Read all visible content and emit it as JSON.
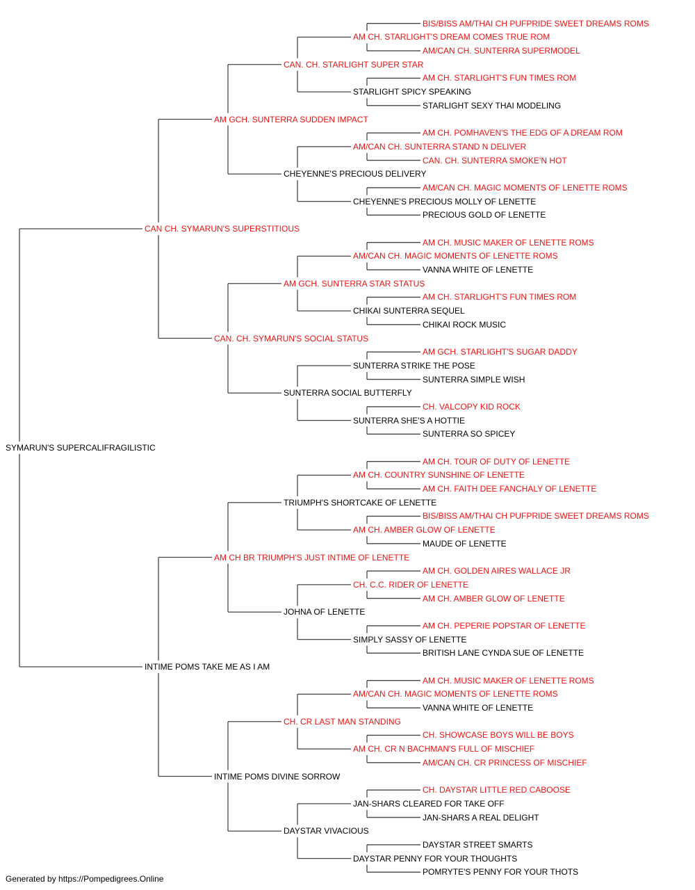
{
  "colors": {
    "champion_text": "#ee1111",
    "regular_text": "#000000",
    "connector_line": "#444444",
    "background": "#ffffff"
  },
  "pedigree": {
    "name": "SYMARUN'S SUPERCALIFRAGILISTIC",
    "champion": false,
    "sire": {
      "name": "CAN CH. SYMARUN'S SUPERSTITIOUS",
      "champion": true,
      "sire": {
        "name": "AM GCH. SUNTERRA SUDDEN IMPACT",
        "champion": true,
        "sire": {
          "name": "CAN. CH. STARLIGHT SUPER STAR",
          "champion": true,
          "sire": {
            "name": "AM CH. STARLIGHT'S DREAM COMES TRUE ROM",
            "champion": true,
            "sire": {
              "name": "BIS/BISS AM/THAI CH PUFPRIDE SWEET DREAMS ROMS",
              "champion": true
            },
            "dam": {
              "name": "AM/CAN CH. SUNTERRA SUPERMODEL",
              "champion": true
            }
          },
          "dam": {
            "name": "STARLIGHT SPICY SPEAKING",
            "champion": false,
            "sire": {
              "name": "AM CH. STARLIGHT'S FUN TIMES ROM",
              "champion": true
            },
            "dam": {
              "name": "STARLIGHT SEXY THAI MODELING",
              "champion": false
            }
          }
        },
        "dam": {
          "name": "CHEYENNE'S PRECIOUS DELIVERY",
          "champion": false,
          "sire": {
            "name": "AM/CAN CH. SUNTERRA STAND N DELIVER",
            "champion": true,
            "sire": {
              "name": "AM CH. POMHAVEN'S THE EDG OF A DREAM ROM",
              "champion": true
            },
            "dam": {
              "name": "CAN. CH. SUNTERRA SMOKE'N HOT",
              "champion": true
            }
          },
          "dam": {
            "name": "CHEYENNE'S PRECIOUS MOLLY OF LENETTE",
            "champion": false,
            "sire": {
              "name": "AM/CAN CH. MAGIC MOMENTS OF LENETTE ROMS",
              "champion": true
            },
            "dam": {
              "name": "PRECIOUS GOLD OF LENETTE",
              "champion": false
            }
          }
        }
      },
      "dam": {
        "name": "CAN. CH. SYMARUN'S SOCIAL STATUS",
        "champion": true,
        "sire": {
          "name": "AM GCH. SUNTERRA STAR STATUS",
          "champion": true,
          "sire": {
            "name": "AM/CAN CH. MAGIC MOMENTS OF LENETTE ROMS",
            "champion": true,
            "sire": {
              "name": "AM CH. MUSIC MAKER OF LENETTE ROMS",
              "champion": true
            },
            "dam": {
              "name": "VANNA WHITE OF LENETTE",
              "champion": false
            }
          },
          "dam": {
            "name": "CHIKAI SUNTERRA SEQUEL",
            "champion": false,
            "sire": {
              "name": "AM CH. STARLIGHT'S FUN TIMES ROM",
              "champion": true
            },
            "dam": {
              "name": "CHIKAI ROCK MUSIC",
              "champion": false
            }
          }
        },
        "dam": {
          "name": "SUNTERRA SOCIAL BUTTERFLY",
          "champion": false,
          "sire": {
            "name": "SUNTERRA STRIKE THE POSE",
            "champion": false,
            "sire": {
              "name": "AM GCH. STARLIGHT'S SUGAR DADDY",
              "champion": true
            },
            "dam": {
              "name": "SUNTERRA SIMPLE WISH",
              "champion": false
            }
          },
          "dam": {
            "name": "SUNTERRA SHE'S A HOTTIE",
            "champion": false,
            "sire": {
              "name": "CH. VALCOPY KID ROCK",
              "champion": true
            },
            "dam": {
              "name": "SUNTERRA SO SPICEY",
              "champion": false
            }
          }
        }
      }
    },
    "dam": {
      "name": "INTIME POMS TAKE ME AS I AM",
      "champion": false,
      "sire": {
        "name": "AM CH BR TRIUMPH'S JUST INTIME OF LENETTE",
        "champion": true,
        "sire": {
          "name": "TRIUMPH'S SHORTCAKE OF LENETTE",
          "champion": false,
          "sire": {
            "name": "AM CH. COUNTRY SUNSHINE OF LENETTE",
            "champion": true,
            "sire": {
              "name": "AM CH. TOUR OF DUTY OF LENETTE",
              "champion": true
            },
            "dam": {
              "name": "AM CH. FAITH DEE FANCHALY OF LENETTE",
              "champion": true
            }
          },
          "dam": {
            "name": "AM CH. AMBER GLOW OF LENETTE",
            "champion": true,
            "sire": {
              "name": "BIS/BISS AM/THAI CH PUFPRIDE SWEET DREAMS ROMS",
              "champion": true
            },
            "dam": {
              "name": "MAUDE OF LENETTE",
              "champion": false
            }
          }
        },
        "dam": {
          "name": "JOHNA OF LENETTE",
          "champion": false,
          "sire": {
            "name": "CH. C.C. RIDER OF LENETTE",
            "champion": true,
            "sire": {
              "name": "AM CH. GOLDEN AIRES WALLACE JR",
              "champion": true
            },
            "dam": {
              "name": "AM CH. AMBER GLOW OF LENETTE",
              "champion": true
            }
          },
          "dam": {
            "name": "SIMPLY SASSY OF LENETTE",
            "champion": false,
            "sire": {
              "name": "AM CH. PEPERIE POPSTAR OF LENETTE",
              "champion": true
            },
            "dam": {
              "name": "BRITISH LANE CYNDA SUE OF LENETTE",
              "champion": false
            }
          }
        }
      },
      "dam": {
        "name": "INTIME POMS DIVINE SORROW",
        "champion": false,
        "sire": {
          "name": "CH. CR LAST MAN STANDING",
          "champion": true,
          "sire": {
            "name": "AM/CAN CH. MAGIC MOMENTS OF LENETTE ROMS",
            "champion": true,
            "sire": {
              "name": "AM CH. MUSIC MAKER OF LENETTE ROMS",
              "champion": true
            },
            "dam": {
              "name": "VANNA WHITE OF LENETTE",
              "champion": false
            }
          },
          "dam": {
            "name": "AM CH. CR N BACHMAN'S FULL OF MISCHIEF",
            "champion": true,
            "sire": {
              "name": "CH. SHOWCASE BOYS WILL BE BOYS",
              "champion": true
            },
            "dam": {
              "name": "AM/CAN CH. CR PRINCESS OF MISCHIEF",
              "champion": true
            }
          }
        },
        "dam": {
          "name": "DAYSTAR VIVACIOUS",
          "champion": false,
          "sire": {
            "name": "JAN-SHARS CLEARED FOR TAKE OFF",
            "champion": false,
            "sire": {
              "name": "CH. DAYSTAR LITTLE RED CABOOSE",
              "champion": true
            },
            "dam": {
              "name": "JAN-SHARS A REAL DELIGHT",
              "champion": false
            }
          },
          "dam": {
            "name": "DAYSTAR PENNY FOR YOUR THOUGHTS",
            "champion": false,
            "sire": {
              "name": "DAYSTAR STREET SMARTS",
              "champion": false
            },
            "dam": {
              "name": "POMRYTE'S PENNY FOR YOUR THOTS",
              "champion": false
            }
          }
        }
      }
    }
  },
  "footer": {
    "text": "Generated by https://Pompedigrees.Online"
  }
}
